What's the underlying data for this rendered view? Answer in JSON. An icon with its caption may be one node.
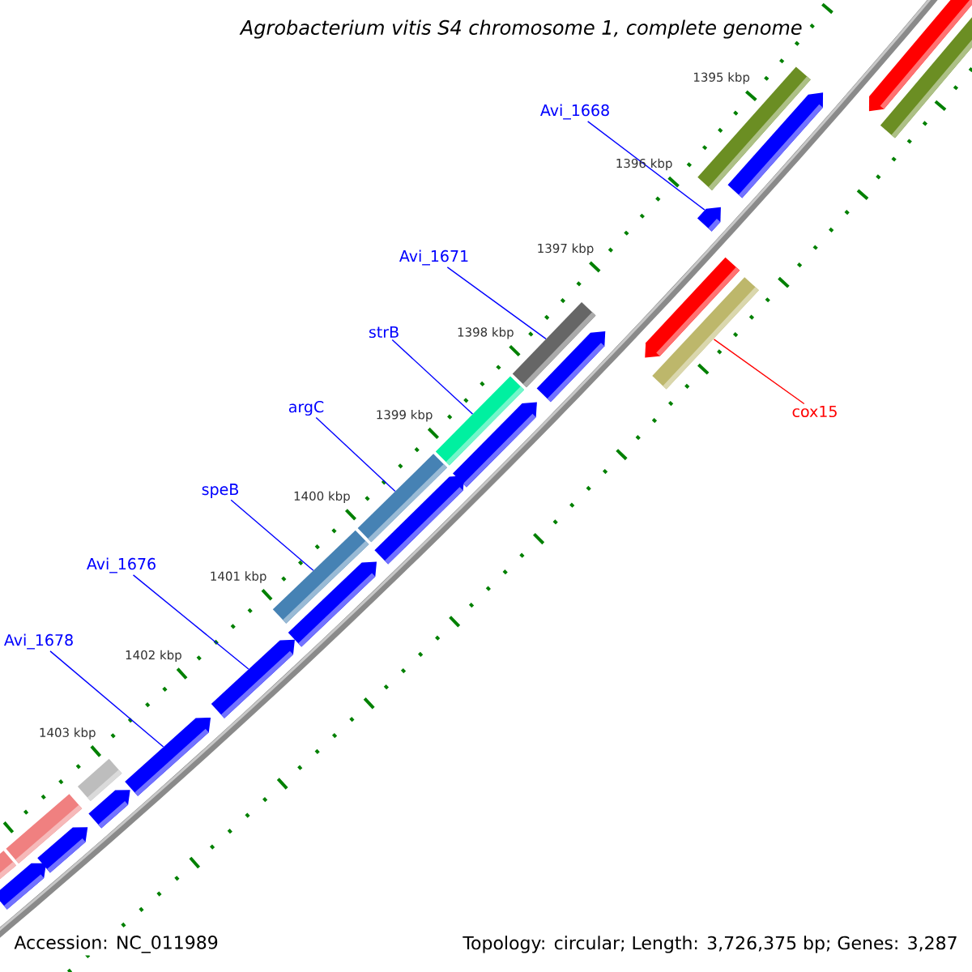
{
  "diagram": {
    "title": "Agrobacterium vitis S4 chromosome 1, complete genome",
    "nodes": [
      {
        "text": [
          "Avi_1668"
        ]
      },
      {
        "text": [],
        "shape": "arrow"
      },
      {
        "text": [
          "Avi_1671"
        ]
      },
      {
        "text": [],
        "shape": "bar"
      },
      {
        "text": [
          "strB"
        ]
      },
      {
        "text": [],
        "shape": "bar"
      },
      {
        "text": [
          "argC"
        ]
      },
      {
        "text": [],
        "shape": "bar"
      },
      {
        "text": [
          "speB"
        ]
      },
      {
        "text": [],
        "shape": "bar"
      },
      {
        "text": [
          "Avi_1676"
        ]
      },
      {
        "text": [],
        "shape": "arrow"
      },
      {
        "text": [
          "Avi_1678"
        ]
      },
      {
        "text": [],
        "shape": "arrow"
      },
      {
        "text": [
          "cox15"
        ]
      },
      {
        "text": [],
        "shape": "bar"
      }
    ],
    "edges": [
      {
        "from": 0,
        "to": 1,
        "arrow": "none"
      },
      {
        "from": 2,
        "to": 3,
        "arrow": "none"
      },
      {
        "from": 4,
        "to": 5,
        "arrow": "none"
      },
      {
        "from": 6,
        "to": 7,
        "arrow": "none"
      },
      {
        "from": 8,
        "to": 9,
        "arrow": "none"
      },
      {
        "from": 10,
        "to": 11,
        "arrow": "none"
      },
      {
        "from": 12,
        "to": 13,
        "arrow": "none"
      },
      {
        "from": 14,
        "to": 15,
        "arrow": "none",
        "color": "#ff0000"
      }
    ],
    "labels": [
      "1395 kbp",
      "1396 kbp",
      "1397 kbp",
      "1398 kbp",
      "1399 kbp",
      "1400 kbp",
      "1401 kbp",
      "1402 kbp",
      "1403 kbp",
      "Accession: NC_011989",
      "Topology: circular; Length: 3,726,375 bp; Genes: 3,287"
    ]
  }
}
